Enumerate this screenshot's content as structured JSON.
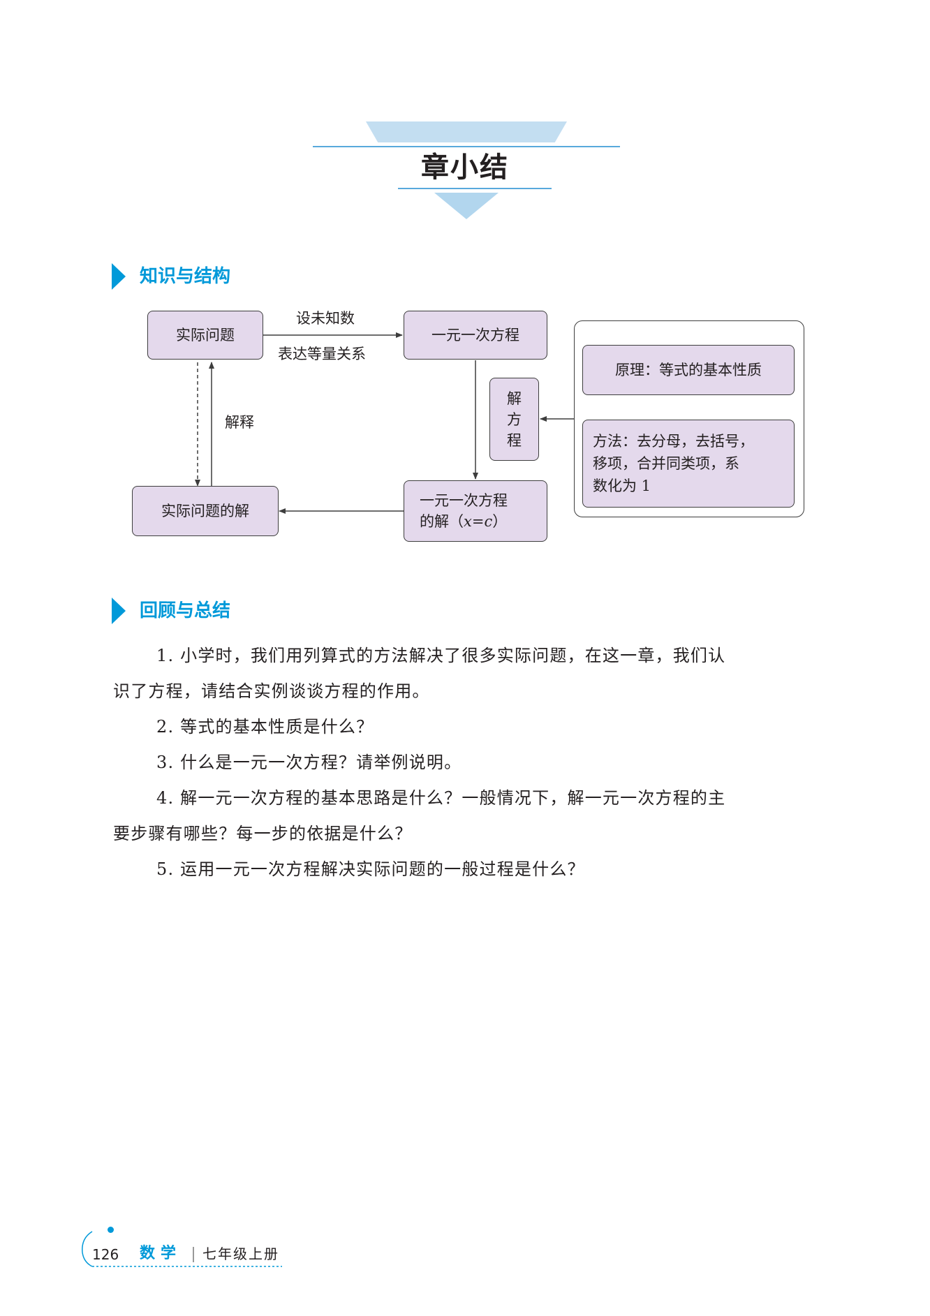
{
  "title": "章小结",
  "sections": [
    {
      "heading": "知识与结构"
    },
    {
      "heading": "回顾与总结"
    }
  ],
  "diagram": {
    "nodes": {
      "actual_problem": "实际问题",
      "linear_equation": "一元一次方程",
      "actual_solution": "实际问题的解",
      "equation_solution_line1": "一元一次方程",
      "equation_solution_line2_prefix": "的解（",
      "equation_solution_math": "x=c",
      "equation_solution_line2_suffix": "）",
      "solve_equation_chars": [
        "解",
        "方",
        "程"
      ],
      "principle": "原理：等式的基本性质",
      "method_lines": [
        "方法：去分母，去括号，",
        "移项，合并同类项，系",
        "数化为 1"
      ]
    },
    "edges": {
      "set_unknown": "设未知数",
      "express_relation": "表达等量关系",
      "interpret": "解释"
    }
  },
  "review": {
    "items": [
      {
        "lines": [
          "1. 小学时，我们用列算式的方法解决了很多实际问题，在这一章，我们认",
          "识了方程，请结合实例谈谈方程的作用。"
        ]
      },
      {
        "lines": [
          "2. 等式的基本性质是什么？"
        ]
      },
      {
        "lines": [
          "3. 什么是一元一次方程？请举例说明。"
        ]
      },
      {
        "lines": [
          "4. 解一元一次方程的基本思路是什么？一般情况下，解一元一次方程的主",
          "要步骤有哪些？每一步的依据是什么？"
        ]
      },
      {
        "lines": [
          "5. 运用一元一次方程解决实际问题的一般过程是什么？"
        ]
      }
    ]
  },
  "footer": {
    "page_number": "126",
    "subject": "数学",
    "grade": "七年级上册"
  },
  "colors": {
    "accent_blue": "#0099d9",
    "box_fill": "#e4d9ec",
    "title_band": "#c3def1"
  }
}
